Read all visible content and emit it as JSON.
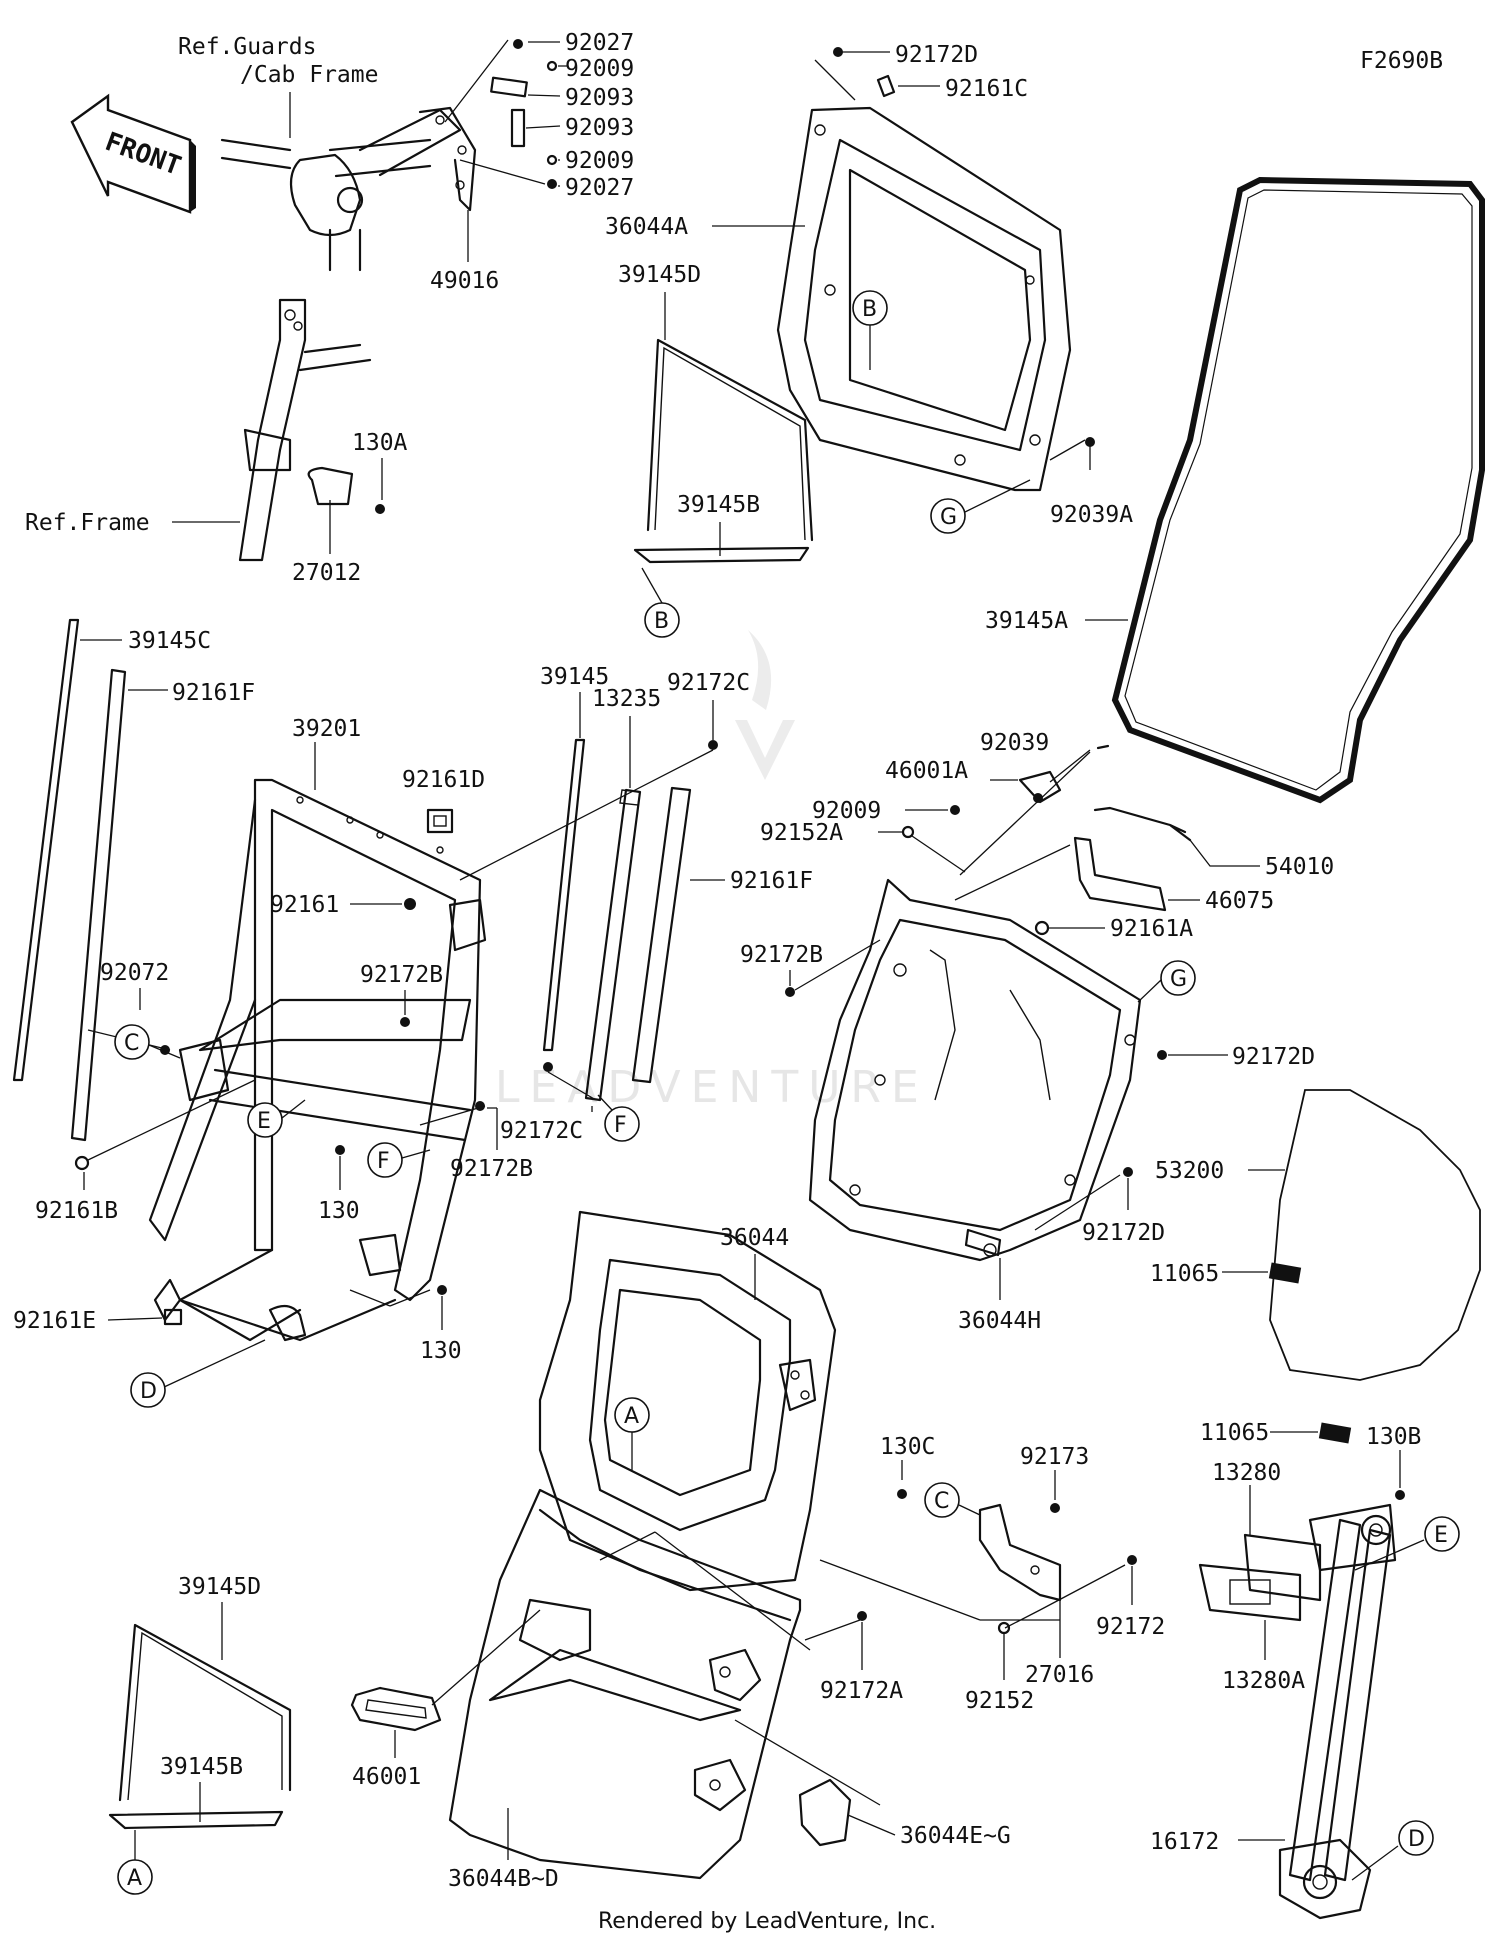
{
  "diagram_code": "F2690B",
  "front_label": "FRONT",
  "watermark": "LEADVENTURE",
  "footer": "Rendered by LeadVenture, Inc.",
  "refs": {
    "guards_line1": "Ref.Guards",
    "guards_line2": "/Cab Frame",
    "frame": "Ref.Frame"
  },
  "labels": {
    "p92027a": "92027",
    "p92009a": "92009",
    "p92093a": "92093",
    "p92093b": "92093",
    "p92009b": "92009",
    "p92027b": "92027",
    "p49016": "49016",
    "p92172D_top": "92172D",
    "p92161C": "92161C",
    "p36044A": "36044A",
    "p39145D_top": "39145D",
    "p39145B_top": "39145B",
    "p92039A": "92039A",
    "p39145A": "39145A",
    "p130A": "130A",
    "p27012": "27012",
    "p39145C": "39145C",
    "p92161F_left": "92161F",
    "p39201": "39201",
    "p92161D": "92161D",
    "p92161": "92161",
    "p92072": "92072",
    "p92172B_left": "92172B",
    "p92172C_left": "92172C",
    "p92172B_mid": "92172B",
    "p130_a": "130",
    "p92161B": "92161B",
    "p92161E": "92161E",
    "p130_b": "130",
    "p39145": "39145",
    "p13235": "13235",
    "p92172C_top": "92172C",
    "p92161F_mid": "92161F",
    "p92039": "92039",
    "p46001A": "46001A",
    "p92009c": "92009",
    "p92152A": "92152A",
    "p54010": "54010",
    "p46075": "46075",
    "p92172B_right": "92172B",
    "p92161A": "92161A",
    "p92172D_mid": "92172D",
    "p53200": "53200",
    "p92172D_low": "92172D",
    "p36044H": "36044H",
    "p36044": "36044",
    "p11065a": "11065",
    "p11065b": "11065",
    "p130C": "130C",
    "p92173": "92173",
    "p130B": "130B",
    "p13280": "13280",
    "p92172": "92172",
    "p27016": "27016",
    "p92152": "92152",
    "p13280A": "13280A",
    "p92172A": "92172A",
    "p39145D_low": "39145D",
    "p39145B_low": "39145B",
    "p46001": "46001",
    "p36044BD": "36044B~D",
    "p36044EG": "36044E~G",
    "p16172": "16172"
  },
  "callouts": {
    "A": "A",
    "B": "B",
    "C": "C",
    "D": "D",
    "E": "E",
    "F": "F",
    "G": "G"
  }
}
